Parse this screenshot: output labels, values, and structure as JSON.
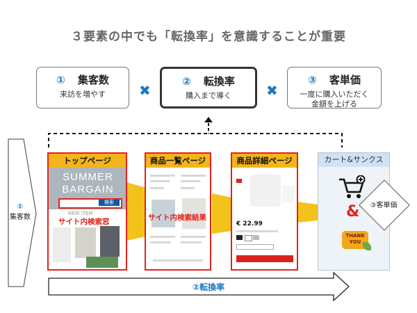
{
  "headline": "３要素の中でも「転換率」を意識することが重要",
  "factors": [
    {
      "num": "①",
      "title": "集客数",
      "desc": "来訪を増やす"
    },
    {
      "num": "②",
      "title": "転換率",
      "desc": "購入まで導く"
    },
    {
      "num": "③",
      "title": "客単価",
      "desc_lines": [
        "一度に購入いただく",
        "金額を上げる"
      ]
    }
  ],
  "multiply_symbol": "✖",
  "left_arrow": {
    "num": "①",
    "label": "集客数"
  },
  "bottom_arrow": {
    "label": "②転換率"
  },
  "screens": {
    "top": {
      "header": "トップページ",
      "banner_line1": "SUMMER",
      "banner_line2": "BARGAIN",
      "search_button": "検索",
      "new_item": "NEW ITEM",
      "callout": "サイト内検索窓"
    },
    "list": {
      "header": "商品一覧ページ",
      "callout": "サイト内検索結果"
    },
    "detail": {
      "header": "商品詳細ページ",
      "price": "€ 22.99"
    }
  },
  "cart": {
    "header": "カート&サンクス",
    "ampersand": "&",
    "thanks_line1": "THANK",
    "thanks_line2": "YOU"
  },
  "diamond": {
    "label": "③客単価"
  },
  "colors": {
    "accent_blue": "#1a78c2",
    "callout_red": "#e2231a",
    "header_yellow": "#f3b51b",
    "funnel_yellow": "#f3c21b"
  }
}
